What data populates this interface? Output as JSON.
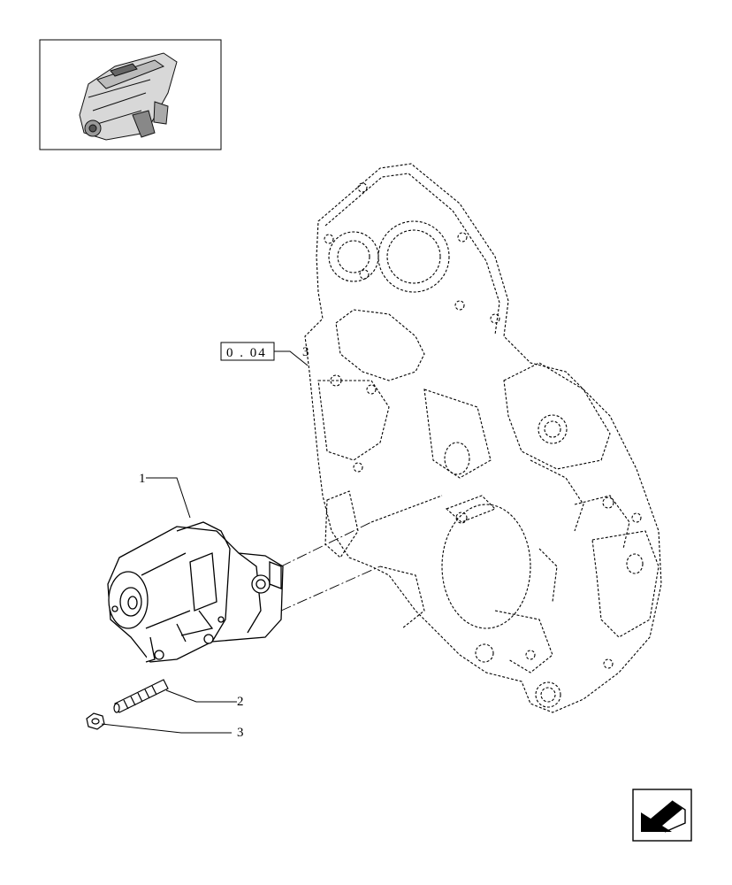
{
  "reference_box": {
    "text": "0 . 04",
    "suffix": "3"
  },
  "callouts": [
    {
      "id": "starter-motor",
      "label": "1"
    },
    {
      "id": "stud",
      "label": "2"
    },
    {
      "id": "nut",
      "label": "3"
    }
  ],
  "icons": {
    "thumbnail": "engine-thumbnail-icon",
    "nav": "next-page-arrow-icon"
  },
  "colors": {
    "line": "#000000",
    "background": "#ffffff"
  }
}
